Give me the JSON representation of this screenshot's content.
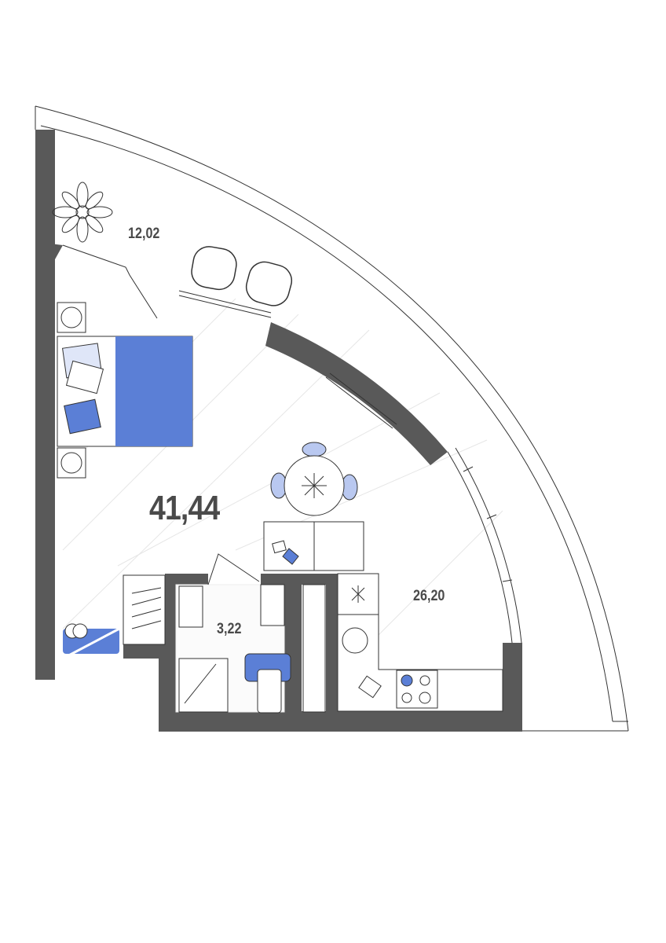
{
  "plan": {
    "total_area": "41,44",
    "rooms": [
      {
        "name": "balcony",
        "area": "12,02"
      },
      {
        "name": "bathroom",
        "area": "3,22"
      },
      {
        "name": "living-kitchen",
        "area": "26,20"
      }
    ]
  },
  "colors": {
    "wall": "#595959",
    "accent": "#5b7fd6",
    "accent_light": "#b9c8f0",
    "line": "#333333"
  }
}
